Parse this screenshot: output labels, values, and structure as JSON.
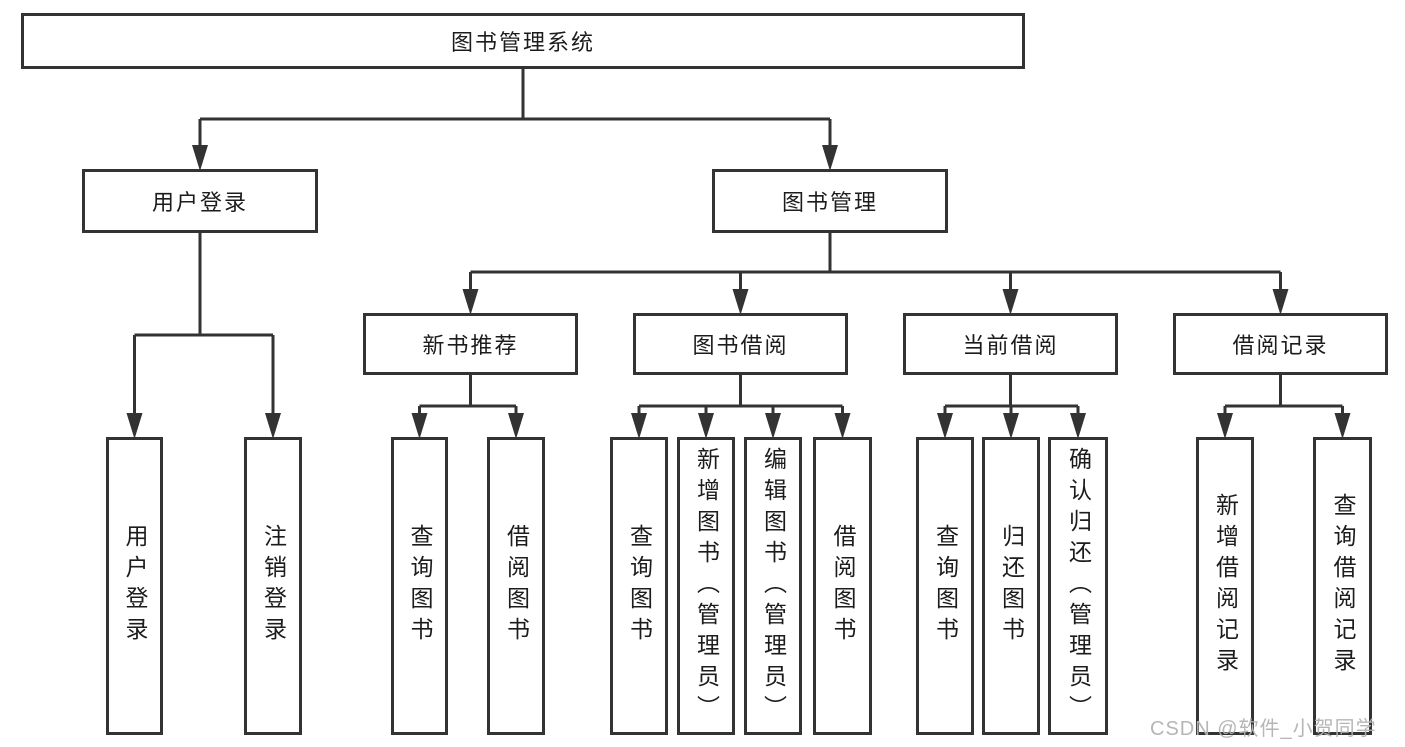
{
  "diagram": {
    "title": "图书管理系统",
    "root": {
      "label": "图书管理系统"
    },
    "branches": [
      {
        "label": "用户登录",
        "children": [
          {
            "label": "用户登录"
          },
          {
            "label": "注销登录"
          }
        ]
      },
      {
        "label": "图书管理",
        "children": [
          {
            "label": "新书推荐",
            "children": [
              {
                "label": "查询图书"
              },
              {
                "label": "借阅图书"
              }
            ]
          },
          {
            "label": "图书借阅",
            "children": [
              {
                "label": "查询图书"
              },
              {
                "label": "新增图书（管理员）"
              },
              {
                "label": "编辑图书（管理员）"
              },
              {
                "label": "借阅图书"
              }
            ]
          },
          {
            "label": "当前借阅",
            "children": [
              {
                "label": "查询图书"
              },
              {
                "label": "归还图书"
              },
              {
                "label": "确认归还（管理员）"
              }
            ]
          },
          {
            "label": "借阅记录",
            "children": [
              {
                "label": "新增借阅记录"
              },
              {
                "label": "查询借阅记录"
              }
            ]
          }
        ]
      }
    ]
  },
  "watermark": {
    "text": "CSDN @软件_小贺同学"
  },
  "colors": {
    "line": "#333333",
    "text": "#1c1c1c",
    "background": "#ffffff",
    "watermark": "#b2b2b2"
  }
}
